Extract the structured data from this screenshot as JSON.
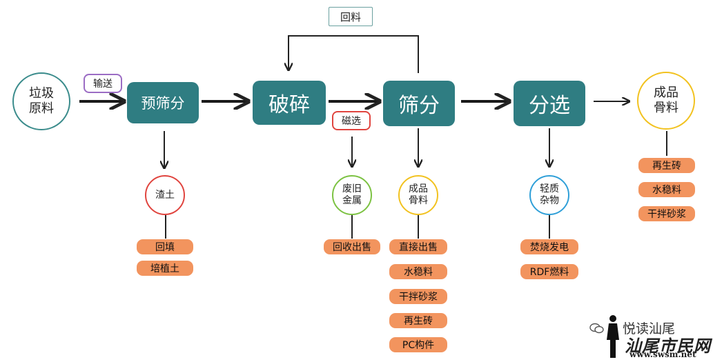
{
  "nodes": {
    "raw": "垃圾\n原料",
    "prescreen": "预筛分",
    "crush": "破碎",
    "screen": "筛分",
    "sort": "分选",
    "product": "成品\n骨料",
    "soil": "渣土",
    "scrap_metal": "废旧\n金属",
    "product_small": "成品\n骨料",
    "light_debris": "轻质\n杂物"
  },
  "labels": {
    "convey": "输送",
    "return": "回料",
    "magnetic": "磁选"
  },
  "outputs": {
    "soil": [
      "回填",
      "培植土"
    ],
    "metal": [
      "回收出售"
    ],
    "aggregate": [
      "直接出售",
      "水稳料",
      "干拌砂浆",
      "再生砖",
      "PC构件"
    ],
    "debris": [
      "焚烧发电",
      "RDF燃料"
    ],
    "product": [
      "再生砖",
      "水稳料",
      "干拌砂浆"
    ]
  },
  "watermark": {
    "wechat": "悦读汕尾",
    "logo": "汕尾市民网",
    "url": "www.swsm.net"
  },
  "colors": {
    "teal": "#2f7d82",
    "orange": "#f2945e",
    "ring_teal": "#3b8c8c",
    "ring_red": "#e0443e",
    "ring_green": "#7cc242",
    "ring_yellow": "#f2c21f",
    "ring_blue": "#2f9fd8",
    "tag_purple": "#9b6cc4",
    "tag_red": "#e0443e"
  }
}
